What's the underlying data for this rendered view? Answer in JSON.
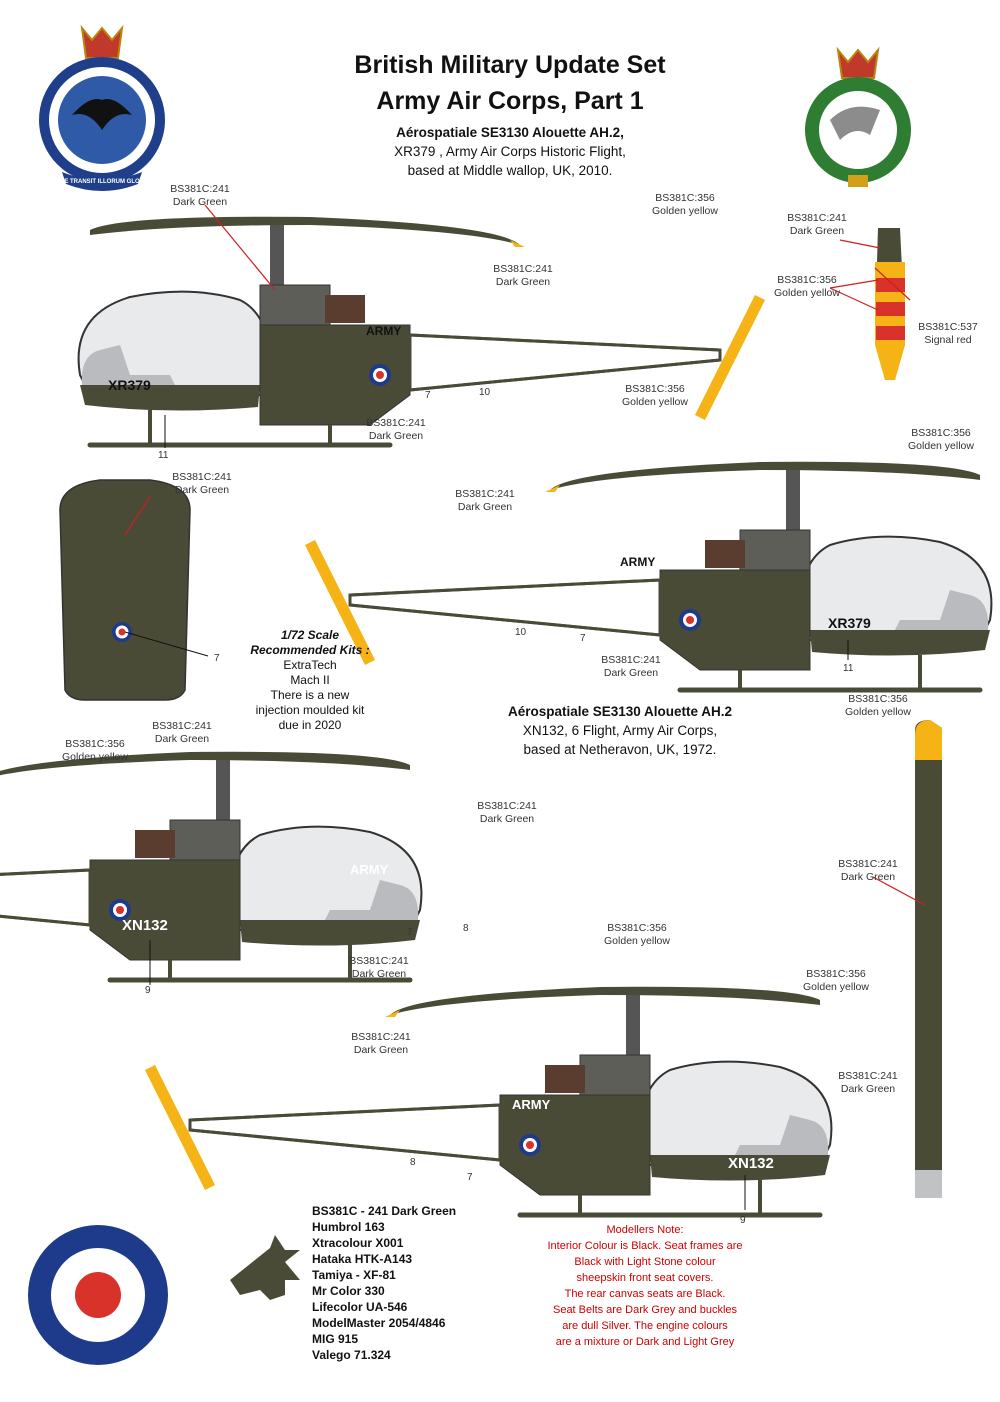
{
  "title": {
    "line1": "British Military Update Set",
    "line2": "Army Air Corps, Part 1"
  },
  "aircraft1": {
    "model": "Aérospatiale SE3130 Alouette AH.2,",
    "line2": "XR379 , Army Air Corps Historic Flight,",
    "line3": "based at Middle wallop, UK, 2010.",
    "serial": "XR379",
    "marking": "ARMY"
  },
  "aircraft2": {
    "model": "Aérospatiale SE3130 Alouette AH.2",
    "line2": "XN132, 6 Flight, Army Air Corps,",
    "line3": "based at Netheravon, UK, 1972.",
    "serial": "XN132",
    "marking": "ARMY"
  },
  "colour_labels": {
    "dark_green_code": "BS381C:241",
    "dark_green": "Dark Green",
    "golden_yellow_code": "BS381C:356",
    "golden_yellow": "Golden yellow",
    "signal_red_code": "BS381C:537",
    "signal_red": "Signal red"
  },
  "callouts": {
    "n7": "7",
    "n8": "8",
    "n9": "9",
    "n10": "10",
    "n11": "11"
  },
  "kits": {
    "heading1": "1/72 Scale",
    "heading2": "Recommended Kits :",
    "line1": "ExtraTech",
    "line2": "Mach II",
    "line3": "There is a new",
    "line4": "injection moulded kit",
    "line5": "due in 2020"
  },
  "paints": [
    "BS381C - 241 Dark Green",
    "Humbrol 163",
    "Xtracolour X001",
    "Hataka HTK-A143",
    "Tamiya - XF-81",
    "Mr Color 330",
    "Lifecolor UA-546",
    "ModelMaster 2054/4846",
    "MIG 915",
    "Valego 71.324"
  ],
  "note": {
    "heading": "Modellers Note:",
    "l1": "Interior Colour is Black. Seat frames are",
    "l2": "Black with Light Stone colour",
    "l3": "sheepskin front seat covers.",
    "l4": "The rear canvas seats are Black.",
    "l5": "Seat Belts are Dark Grey and buckles",
    "l6": "are dull Silver. The engine colours",
    "l7": "are a mixture or Dark and Light Grey"
  },
  "badge": {
    "motto": "NE TRANSIT ILLORUM GLORIA"
  },
  "colors": {
    "dark_green": "#4a4b37",
    "golden_yellow": "#f5b316",
    "signal_red": "#d8322a",
    "roundel_blue": "#1e3a8a",
    "callout_red": "#d01e1e"
  }
}
